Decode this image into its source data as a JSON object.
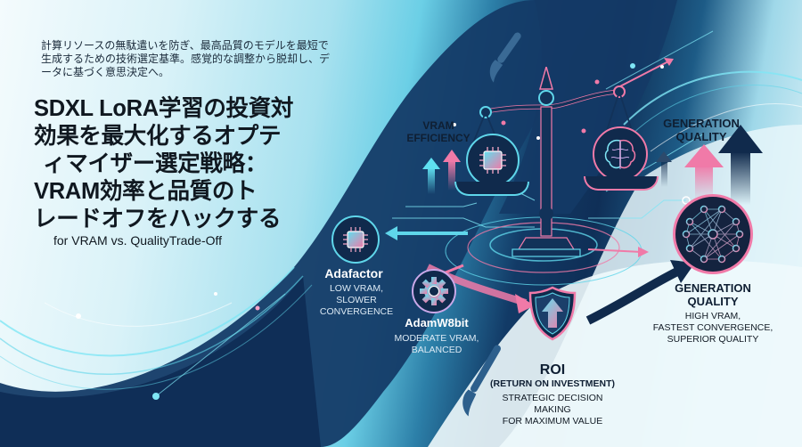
{
  "intro": {
    "text": "計算リソースの無駄遣いを防ぎ、最高品質のモデルを最短で生成するための技術選定基準。感覚的な調整から脱却し、データに基づく意思決定へ。"
  },
  "title": {
    "lines": [
      "SDXL LoRA学習の投資対",
      "効果を最大化するオプテ",
      "ィマイザー選定戦略：",
      "VRAM効率と品質のト",
      "レードオフをハックする"
    ]
  },
  "subtitle": "for VRAM vs. QualityTrade-Off",
  "scale": {
    "left_label_line1": "VRAM",
    "left_label_line2": "EFFICIENCY",
    "right_label_line1": "GENERATION",
    "right_label_line2": "QUALITY"
  },
  "optimizers": [
    {
      "name": "Adafactor",
      "desc_line1": "LOW VRAM,",
      "desc_line2": "SLOWER CONVERGENCE",
      "icon": "chip-icon"
    },
    {
      "name": "AdamW8bit",
      "desc_line1": "MODERATE VRAM,",
      "desc_line2": "BALANCED",
      "icon": "gear-icon"
    },
    {
      "name_line1": "GENERATION",
      "name_line2": "QUALITY",
      "desc_line1": "HIGH VRAM,",
      "desc_line2": "FASTEST CONVERGENCE,",
      "desc_line3": "SUPERIOR QUALITY",
      "icon": "neural-network-icon"
    }
  ],
  "roi": {
    "title": "ROI",
    "subtitle": "(RETURN ON INVESTMENT)",
    "desc_line1": "STRATEGIC DECISION MAKING",
    "desc_line2": "FOR MAXIMUM VALUE",
    "icon": "shield-arrow-icon"
  },
  "colors": {
    "navy": "#0f2f57",
    "cyan": "#5fd6ea",
    "pink": "#f07aa8",
    "text_dark": "#101820"
  }
}
